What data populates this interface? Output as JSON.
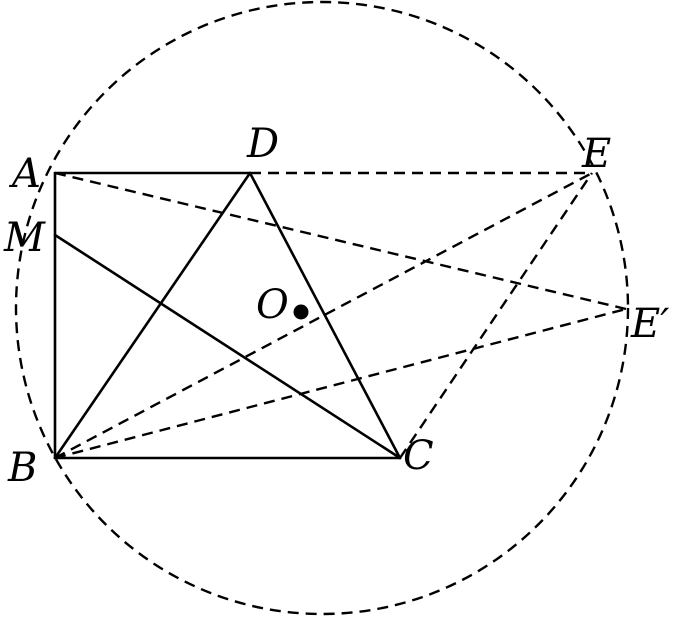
{
  "diagram": {
    "points": {
      "A": "A",
      "B": "B",
      "C": "C",
      "D": "D",
      "E": "E",
      "E_prime": "E′",
      "M": "M",
      "O": "O"
    },
    "circle_style": "dashed",
    "colors": {
      "stroke": "#000000",
      "background": "#ffffff"
    }
  }
}
